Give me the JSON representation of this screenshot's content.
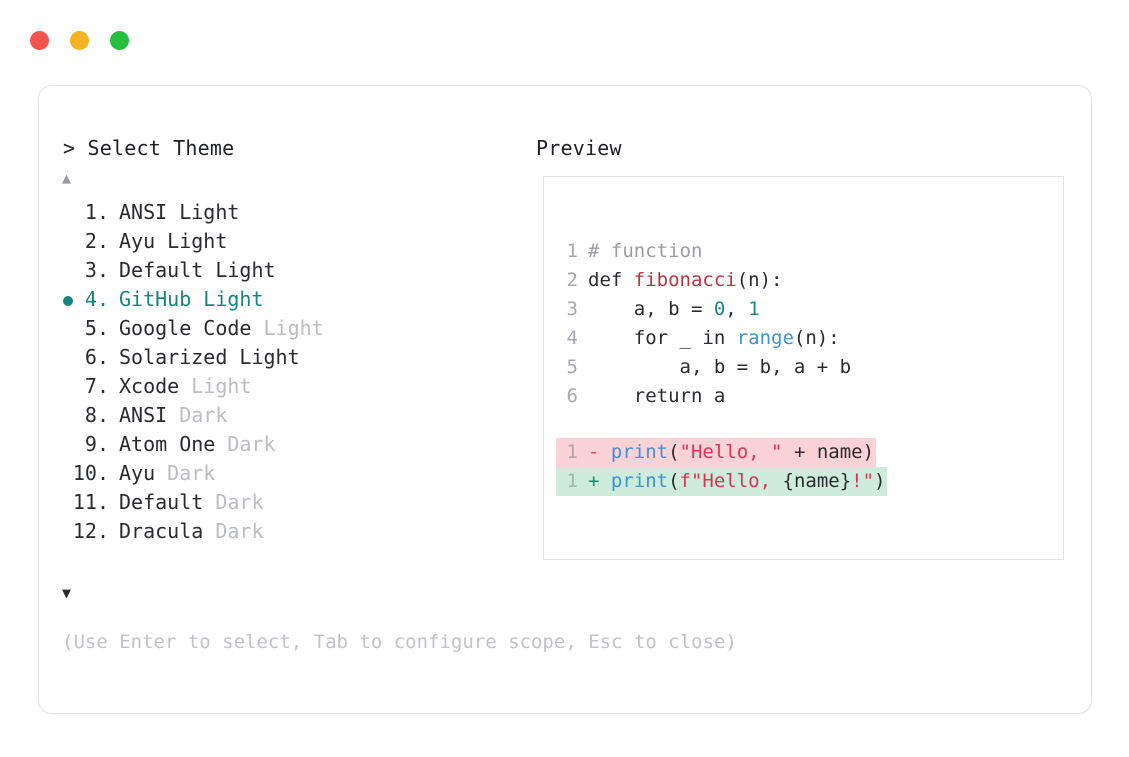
{
  "window": {
    "traffic_lights": [
      {
        "name": "close",
        "color": "#f4554f"
      },
      {
        "name": "minimize",
        "color": "#f5b324"
      },
      {
        "name": "zoom",
        "color": "#24bf3c"
      }
    ]
  },
  "prompt": {
    "marker": ">",
    "title": "Select Theme",
    "scroll_up": "▲",
    "scroll_down": "▼"
  },
  "preview": {
    "title": "Preview"
  },
  "themes": [
    {
      "num": "1.",
      "name": "ANSI",
      "tag": "Light",
      "tag_dim": false,
      "selected": false
    },
    {
      "num": "2.",
      "name": "Ayu",
      "tag": "Light",
      "tag_dim": false,
      "selected": false
    },
    {
      "num": "3.",
      "name": "Default",
      "tag": "Light",
      "tag_dim": false,
      "selected": false
    },
    {
      "num": "4.",
      "name": "GitHub",
      "tag": "Light",
      "tag_dim": false,
      "selected": true
    },
    {
      "num": "5.",
      "name": "Google Code",
      "tag": "Light",
      "tag_dim": true,
      "selected": false
    },
    {
      "num": "6.",
      "name": "Solarized",
      "tag": "Light",
      "tag_dim": false,
      "selected": false
    },
    {
      "num": "7.",
      "name": "Xcode",
      "tag": "Light",
      "tag_dim": true,
      "selected": false
    },
    {
      "num": "8.",
      "name": "ANSI",
      "tag": "Dark",
      "tag_dim": true,
      "selected": false
    },
    {
      "num": "9.",
      "name": "Atom One",
      "tag": "Dark",
      "tag_dim": true,
      "selected": false
    },
    {
      "num": "10.",
      "name": "Ayu",
      "tag": "Dark",
      "tag_dim": true,
      "selected": false
    },
    {
      "num": "11.",
      "name": "Default",
      "tag": "Dark",
      "tag_dim": true,
      "selected": false
    },
    {
      "num": "12.",
      "name": "Dracula",
      "tag": "Dark",
      "tag_dim": true,
      "selected": false
    }
  ],
  "code": {
    "lines": [
      {
        "no": "1",
        "tokens": [
          {
            "t": "# function",
            "c": "comment"
          }
        ]
      },
      {
        "no": "2",
        "tokens": [
          {
            "t": "def ",
            "c": "keyword"
          },
          {
            "t": "fibonacci",
            "c": "func"
          },
          {
            "t": "(n):",
            "c": "plain"
          }
        ]
      },
      {
        "no": "3",
        "tokens": [
          {
            "t": "    a, b = ",
            "c": "plain"
          },
          {
            "t": "0",
            "c": "num"
          },
          {
            "t": ", ",
            "c": "plain"
          },
          {
            "t": "1",
            "c": "num"
          }
        ]
      },
      {
        "no": "4",
        "tokens": [
          {
            "t": "    for _ in ",
            "c": "plain"
          },
          {
            "t": "range",
            "c": "builtin"
          },
          {
            "t": "(n):",
            "c": "plain"
          }
        ]
      },
      {
        "no": "5",
        "tokens": [
          {
            "t": "        a, b = b, a + b",
            "c": "plain"
          }
        ]
      },
      {
        "no": "6",
        "tokens": [
          {
            "t": "    return a",
            "c": "plain"
          }
        ]
      }
    ],
    "diff": [
      {
        "kind": "removed",
        "no": "1",
        "sign": "-",
        "tokens": [
          {
            "t": "print",
            "c": "call"
          },
          {
            "t": "(",
            "c": "plain"
          },
          {
            "t": "\"Hello, \"",
            "c": "string"
          },
          {
            "t": " + name)",
            "c": "plain"
          }
        ]
      },
      {
        "kind": "added",
        "no": "1",
        "sign": "+",
        "tokens": [
          {
            "t": "print",
            "c": "call"
          },
          {
            "t": "(",
            "c": "plain"
          },
          {
            "t": "f\"Hello, ",
            "c": "string"
          },
          {
            "t": "{name}",
            "c": "plain"
          },
          {
            "t": "!\"",
            "c": "string"
          },
          {
            "t": ")",
            "c": "plain"
          }
        ]
      }
    ]
  },
  "hint": "(Use Enter to select, Tab to configure scope, Esc to close)"
}
